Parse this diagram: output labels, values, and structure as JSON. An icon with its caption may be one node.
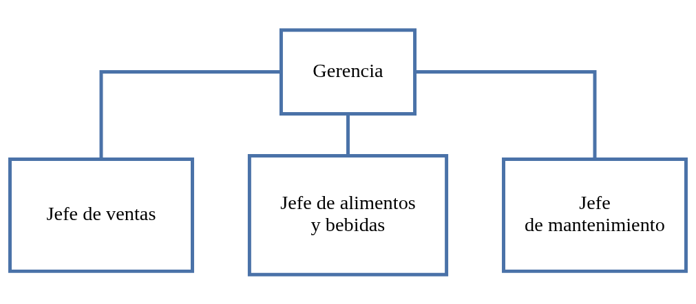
{
  "diagram": {
    "nodes": [
      {
        "text": [
          "Gerencia"
        ]
      },
      {
        "text": [
          "Jefe de ventas"
        ]
      },
      {
        "text": [
          "Jefe de alimentos y bebidas"
        ]
      },
      {
        "text": [
          "Jefe de mantenimiento"
        ]
      }
    ],
    "edges": [
      {
        "from": 0,
        "to": 1,
        "arrow": "none"
      },
      {
        "from": 0,
        "to": 2,
        "arrow": "none"
      },
      {
        "from": 0,
        "to": 3,
        "arrow": "none"
      }
    ]
  }
}
